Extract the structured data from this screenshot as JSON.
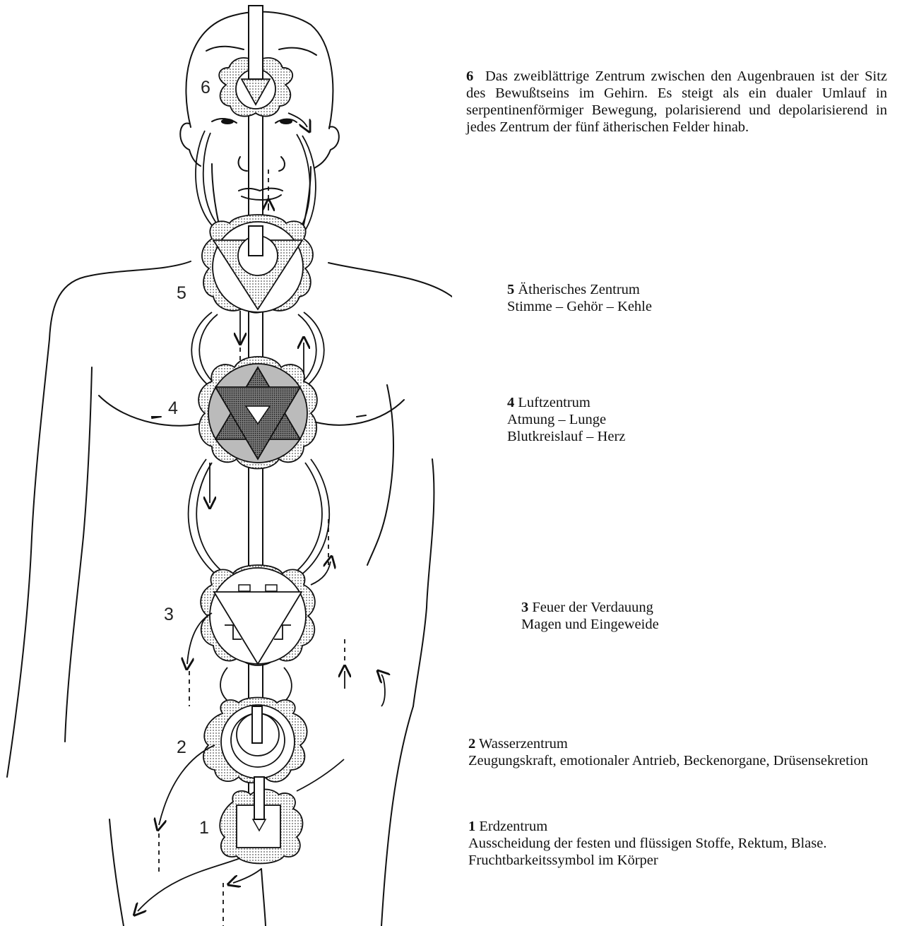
{
  "centers": [
    {
      "id": "6",
      "number": "6",
      "lines": [
        "Das zweiblättrige Zentrum zwischen den Augenbrauen ist der Sitz des Bewußtseins im Gehirn. Es steigt als ein dualer Umlauf in serpentinenförmiger Bewegung, polarisierend und depolarisierend in jedes Zentrum der fünf ätherischen Felder hinab."
      ]
    },
    {
      "id": "5",
      "number": "5",
      "lines": [
        "Ätherisches Zentrum",
        "Stimme – Gehör – Kehle"
      ]
    },
    {
      "id": "4",
      "number": "4",
      "lines": [
        "Luftzentrum",
        "Atmung – Lunge",
        "Blutkreislauf – Herz"
      ]
    },
    {
      "id": "3",
      "number": "3",
      "lines": [
        "Feuer der Verdauung",
        "Magen und Eingeweide"
      ]
    },
    {
      "id": "2",
      "number": "2",
      "lines": [
        "Wasserzentrum",
        "Zeugungskraft, emotionaler Antrieb, Beckenorgane, Drüsensekretion"
      ]
    },
    {
      "id": "1",
      "number": "1",
      "lines": [
        "Erdzentrum",
        "Ausscheidung der festen und flüssigen Stoffe, Rektum, Blase.",
        "Fruchtbarkeitssymbol im Körper"
      ]
    }
  ],
  "figure_numbers": {
    "n6": "6",
    "n5": "5",
    "n4": "4",
    "n3": "3",
    "n2": "2",
    "n1": "1"
  }
}
